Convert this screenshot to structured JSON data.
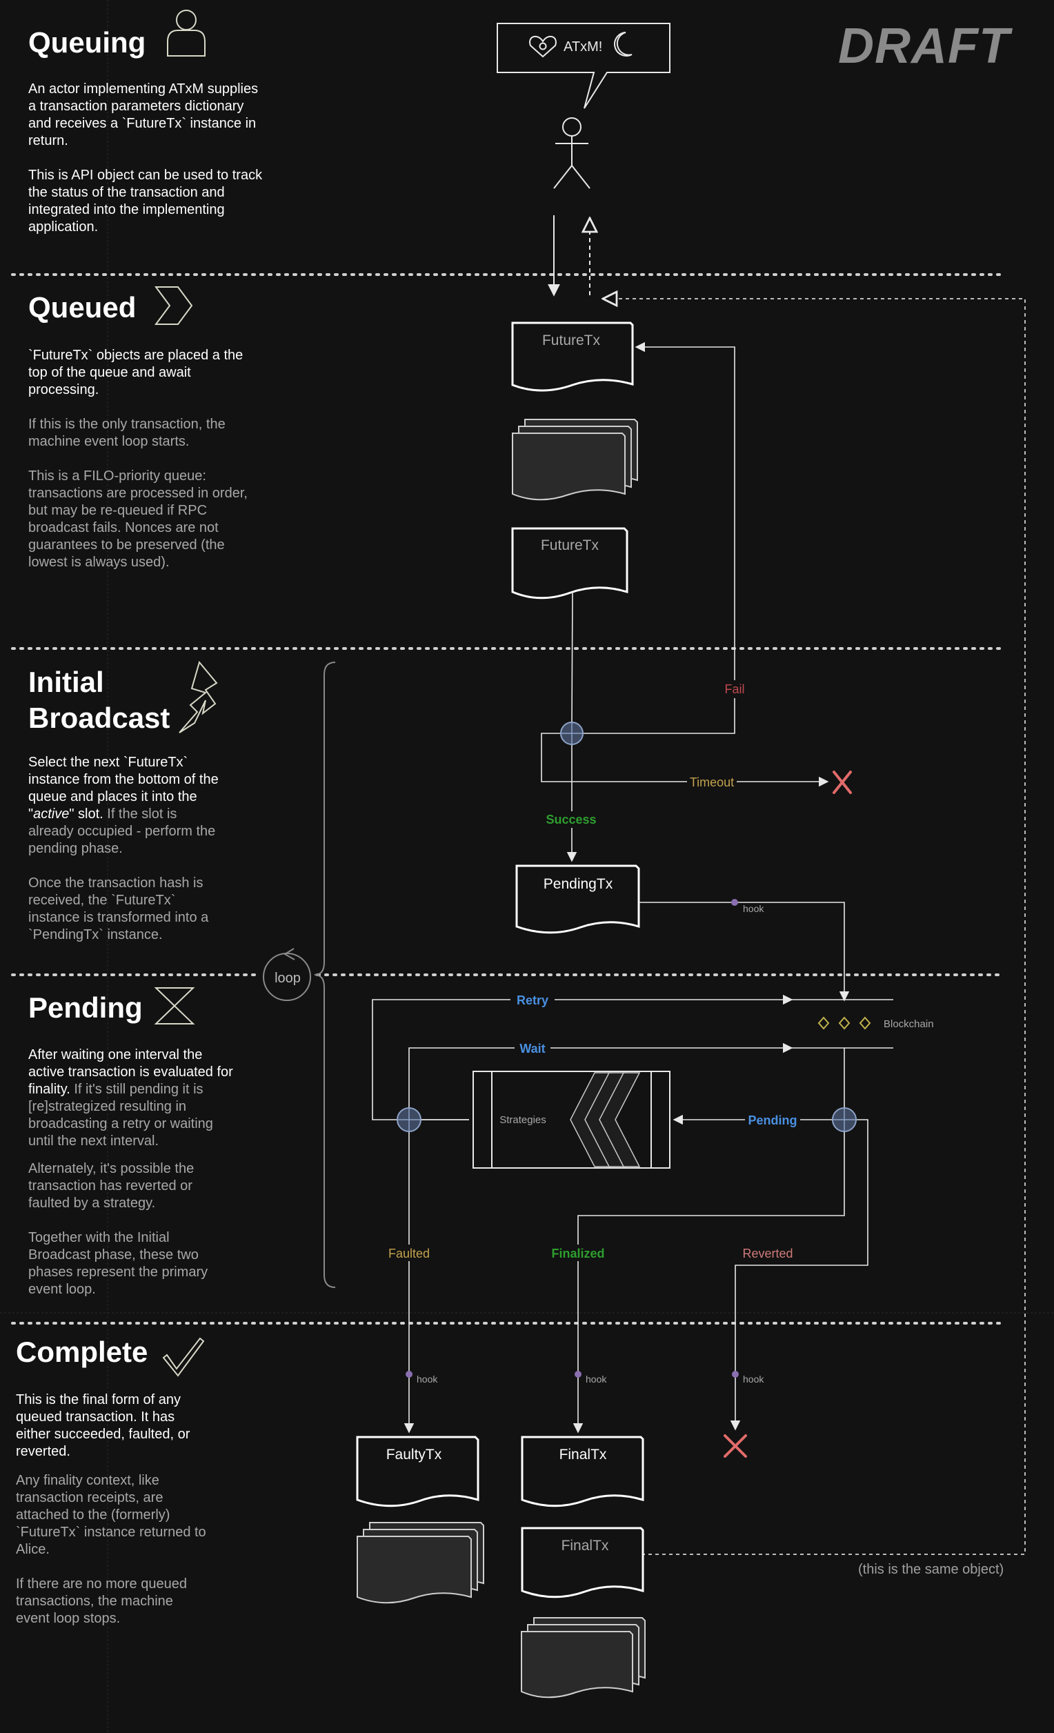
{
  "watermark": "DRAFT",
  "colors": {
    "background": "#121212",
    "line": "#e8e8e8",
    "fail": "#c0484f",
    "timeout": "#c2a24d",
    "success": "#2e9e2e",
    "blue": "#4a90e2",
    "faulted": "#c2a24d",
    "finalized": "#2e9e2e",
    "reverted": "#d07a7a",
    "hook_dot": "#8a6fb0",
    "x_mark": "#e26b6b"
  },
  "sections": {
    "queuing": {
      "title": "Queuing",
      "icon": "user-icon",
      "paragraphs": [
        "An actor implementing ATxM supplies a transaction parameters dictionary and receives a `FutureTx` instance in return.",
        "This is API object can be used to track the status of the transaction and integrated into the implementing application."
      ]
    },
    "queued": {
      "title": "Queued",
      "icon": "chevron-right-icon",
      "paragraphs": [
        "`FutureTx` objects are placed a the top of the queue and await processing.",
        "If this is the only transaction, the machine event loop starts.",
        "This is a FILO-priority queue: transactions are processed in order, but may be re-queued if RPC broadcast fails.  Nonces are not guarantees to be preserved (the lowest is always used)."
      ]
    },
    "broadcast": {
      "title_line1": "Initial",
      "title_line2": "Broadcast",
      "icon": "lightning-icon",
      "p1_a": "Select the next `FutureTx` instance from the bottom of the queue and places it into the \"",
      "p1_em": "active",
      "p1_b": "\" slot.",
      "p1_c": "  If the slot is already occupied - perform the pending phase.",
      "p2": "Once the transaction hash is received, the `FutureTx` instance is transformed into a `PendingTx` instance."
    },
    "pending": {
      "title": "Pending",
      "icon": "hourglass-icon",
      "p1_a": "After waiting one interval the active transaction is evaluated for finality.",
      "p1_b": " If it's still pending it is [re]strategized resulting in broadcasting a retry or waiting until the next interval.",
      "p2": "Alternately, it's possible the transaction has reverted or faulted by a strategy.",
      "p3": "Together with the Initial Broadcast phase, these two phases represent the primary event loop."
    },
    "complete": {
      "title": "Complete",
      "icon": "checkmark-icon",
      "p1": "This is the final form of any queued transaction.  It has either succeeded, faulted, or reverted.",
      "p2": "Any finality context, like transaction receipts, are attached to the (formerly) `FutureTx` instance returned to Alice.",
      "p3": "If there are no more queued transactions, the machine event loop stops."
    }
  },
  "diagram": {
    "speech_label": "ATxM!",
    "futuretx_label": "FutureTx",
    "pendingtx_label": "PendingTx",
    "faultytx_label": "FaultyTx",
    "finaltx_label": "FinalTx",
    "fail_label": "Fail",
    "timeout_label": "Timeout",
    "success_label": "Success",
    "hook_label": "hook",
    "retry_label": "Retry",
    "wait_label": "Wait",
    "blockchain_label": "Blockchain",
    "strategies_label": "Strategies",
    "pending_label": "Pending",
    "faulted_label": "Faulted",
    "finalized_label": "Finalized",
    "reverted_label": "Reverted",
    "loop_label": "loop",
    "same_object_note": "(this is the same object)"
  }
}
